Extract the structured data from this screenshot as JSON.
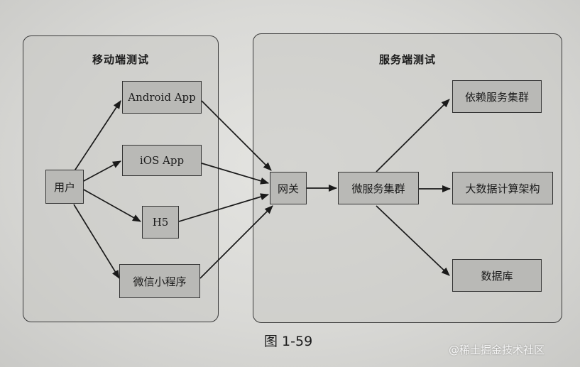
{
  "groups": {
    "mobile_title": "移动端测试",
    "service_title": "服务端测试"
  },
  "nodes": {
    "user": "用户",
    "android": "Android App",
    "ios": "iOS App",
    "h5": "H5",
    "wechat": "微信小程序",
    "gateway": "网关",
    "microservices": "微服务集群",
    "dependency": "依赖服务集群",
    "bigdata": "大数据计算架构",
    "database": "数据库"
  },
  "caption": "图 1-59",
  "watermark": "@稀土掘金技术社区"
}
